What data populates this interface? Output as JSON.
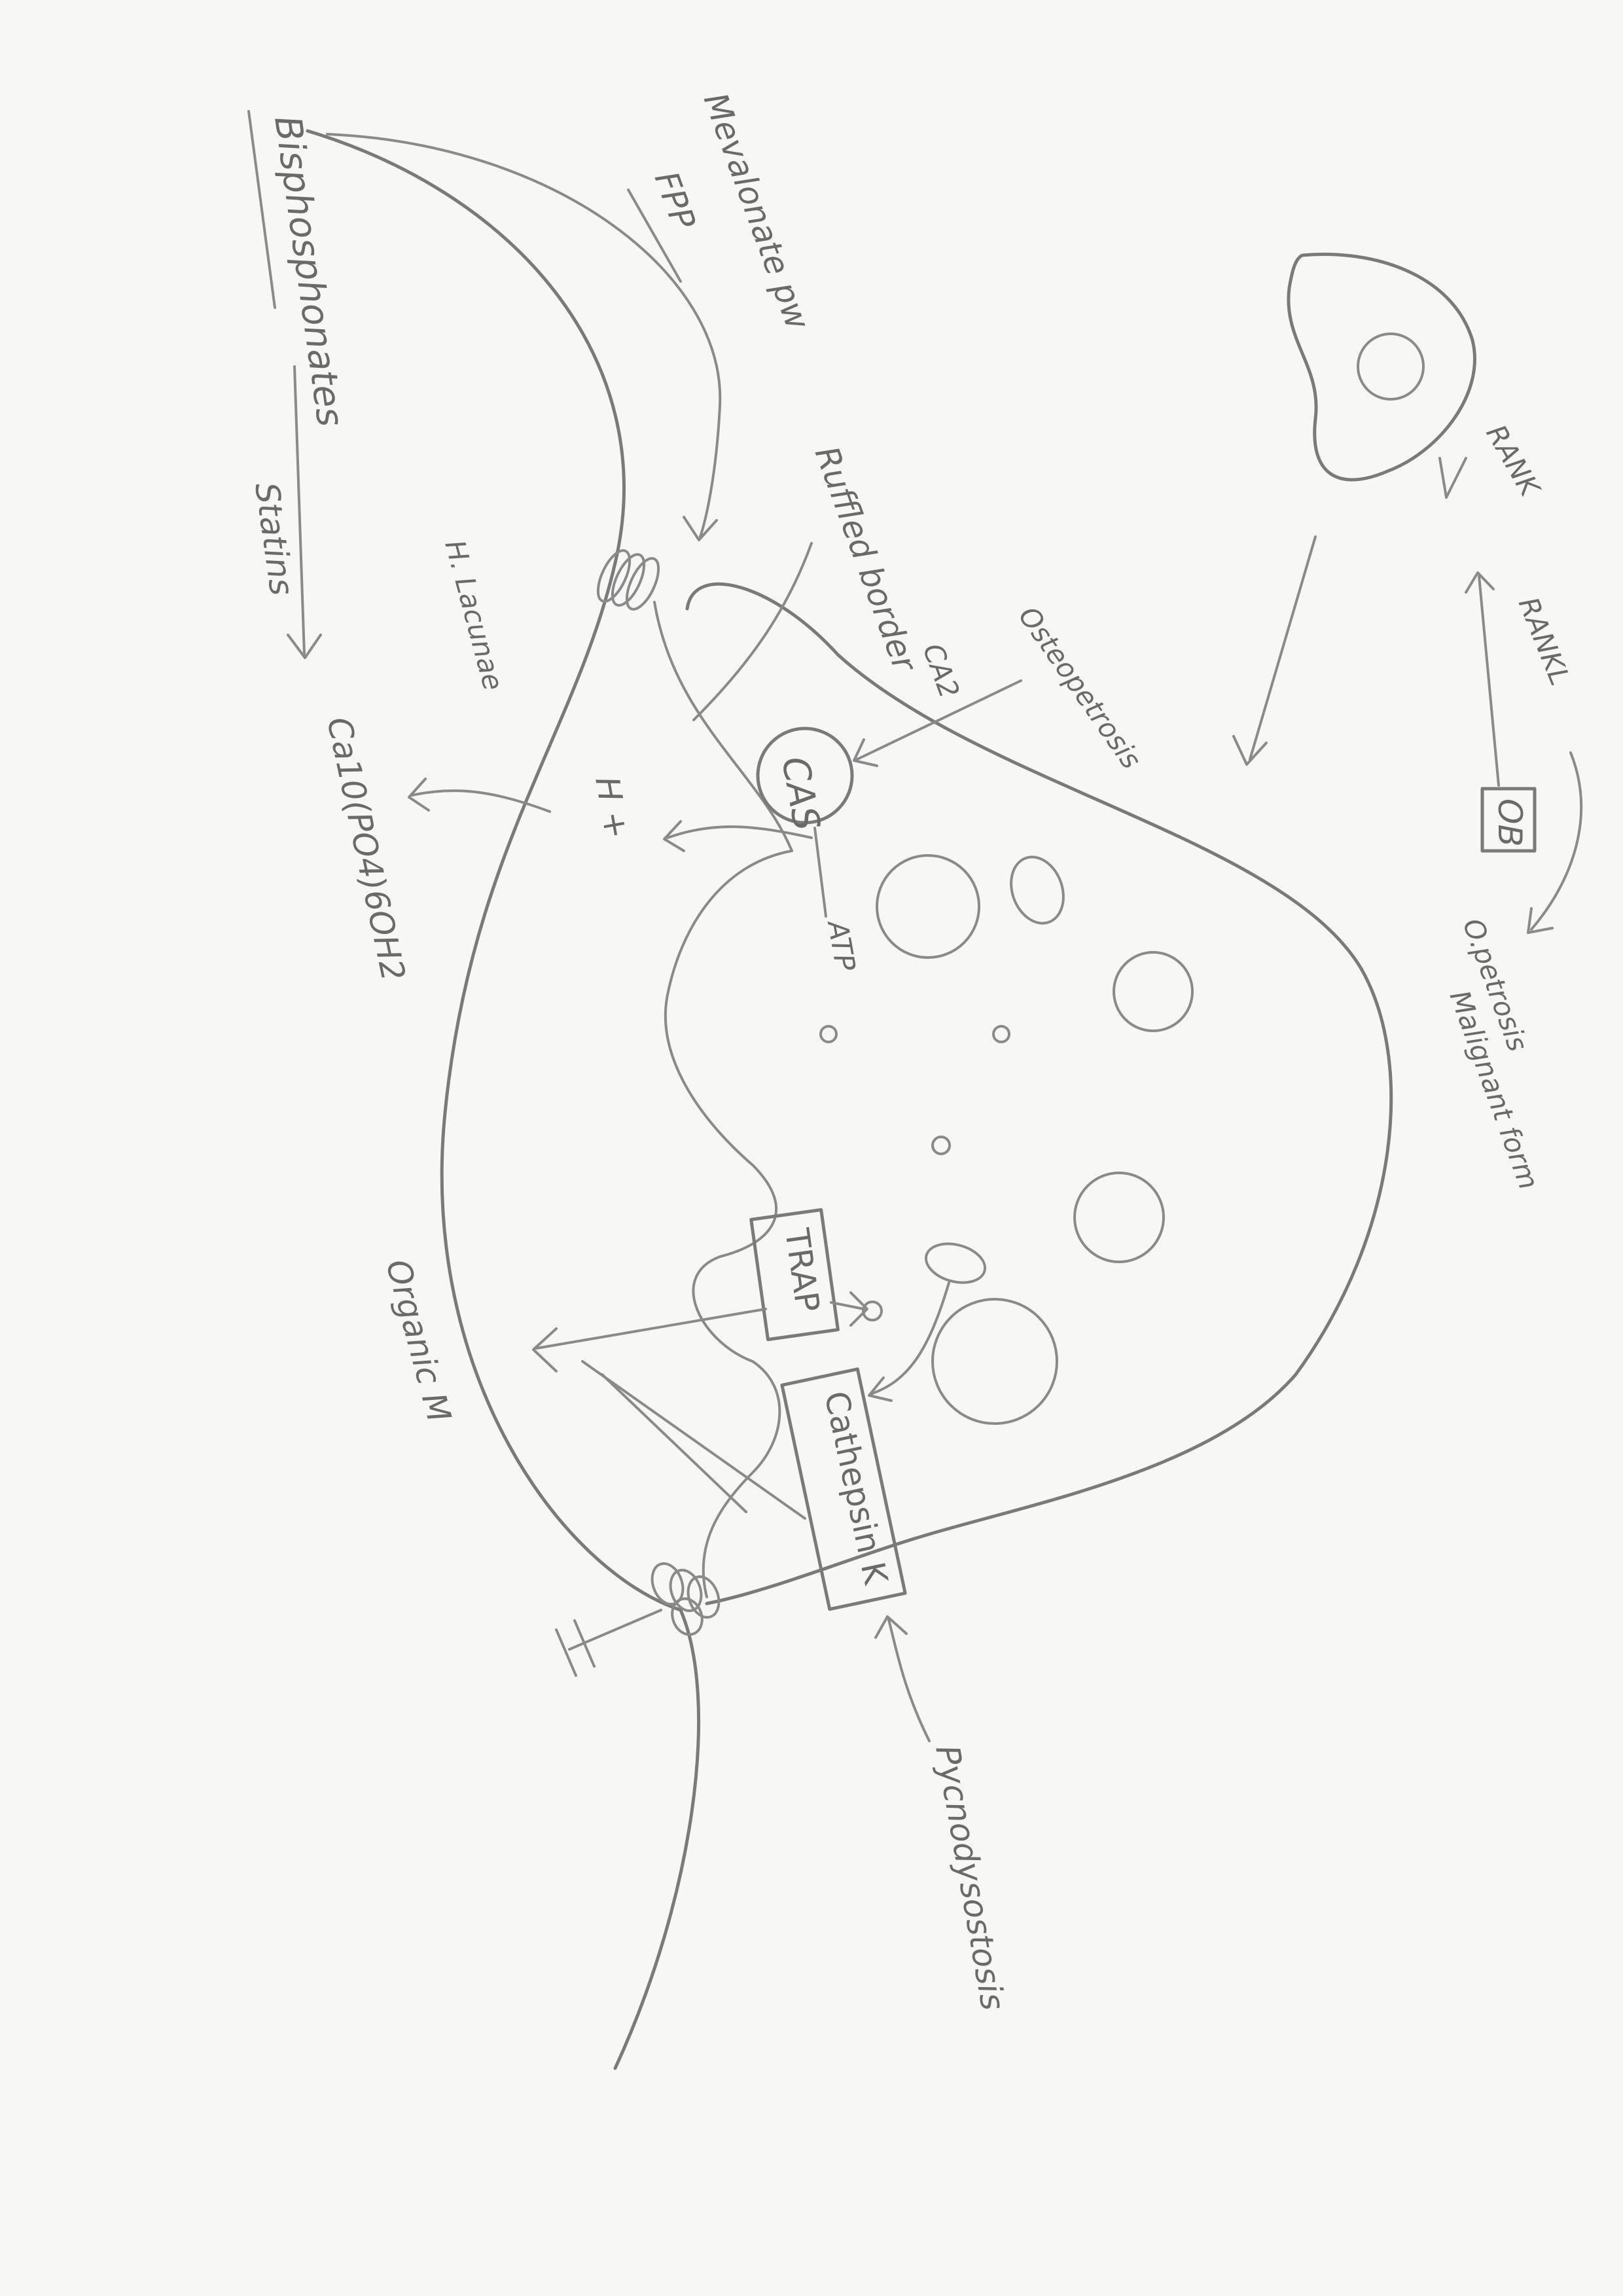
{
  "labels": {
    "bisphosphonates": "Bisphosphonates",
    "mevalonate": "Mevalonate pw",
    "fpp": "FPP",
    "statins": "Statins",
    "ruffled_border": "Ruffled border",
    "howship_lacunae": "H. Lacunae",
    "carbonic_anhydrase": "CAS",
    "ca2": "CA2",
    "osteopetrosis_top": "Osteopetrosis",
    "h_plus": "H +",
    "atp": "ATP",
    "hydroxyapatite": "Ca10(PO4)6OH2",
    "organic_matrix": "Organic M",
    "trap": "TRAP",
    "cathepsin": "Cathepsin K",
    "pycnodysostosis": "Pycnodysostosis",
    "rank": "RANK",
    "rankl": "RANKL",
    "osteoblast": "OB",
    "osteopetrosis_right": "O.petrosis",
    "malignant_form": "Malignant form"
  },
  "colors": {
    "paper": "#f7f7f5",
    "pencil": "#7a7a7a",
    "label": "#6a6a6a"
  }
}
